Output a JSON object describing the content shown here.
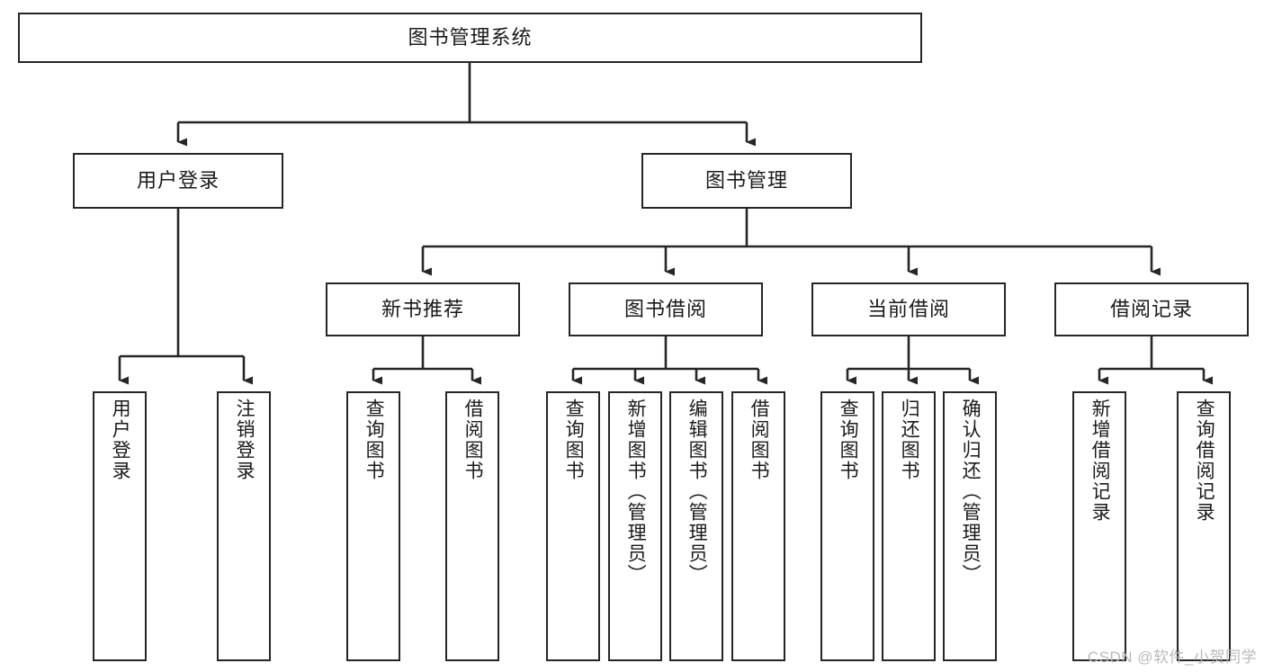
{
  "diagram": {
    "title": "图书管理系统",
    "type": "tree",
    "watermark": "CSDN @软件_小贺同学",
    "colors": {
      "box_border": "#262626",
      "box_fill": "#ffffff",
      "connector": "#262626",
      "watermark": "#b9b9b9",
      "background": "#ffffff"
    },
    "root": {
      "label": "图书管理系统"
    },
    "level1": [
      {
        "label": "用户登录"
      },
      {
        "label": "图书管理"
      }
    ],
    "level2": [
      {
        "label": "新书推荐"
      },
      {
        "label": "图书借阅"
      },
      {
        "label": "当前借阅"
      },
      {
        "label": "借阅记录"
      }
    ],
    "leaves": {
      "user_login": [
        {
          "label": "用户登录"
        },
        {
          "label": "注销登录"
        }
      ],
      "new_book_recommend": [
        {
          "label": "查询图书"
        },
        {
          "label": "借阅图书"
        }
      ],
      "book_borrow": [
        {
          "label": "查询图书"
        },
        {
          "label": "新增图书（管理员）"
        },
        {
          "label": "编辑图书（管理员）"
        },
        {
          "label": "借阅图书"
        }
      ],
      "current_borrow": [
        {
          "label": "查询图书"
        },
        {
          "label": "归还图书"
        },
        {
          "label": "确认归还（管理员）"
        }
      ],
      "borrow_record": [
        {
          "label": "新增借阅记录"
        },
        {
          "label": "查询借阅记录"
        }
      ]
    }
  }
}
